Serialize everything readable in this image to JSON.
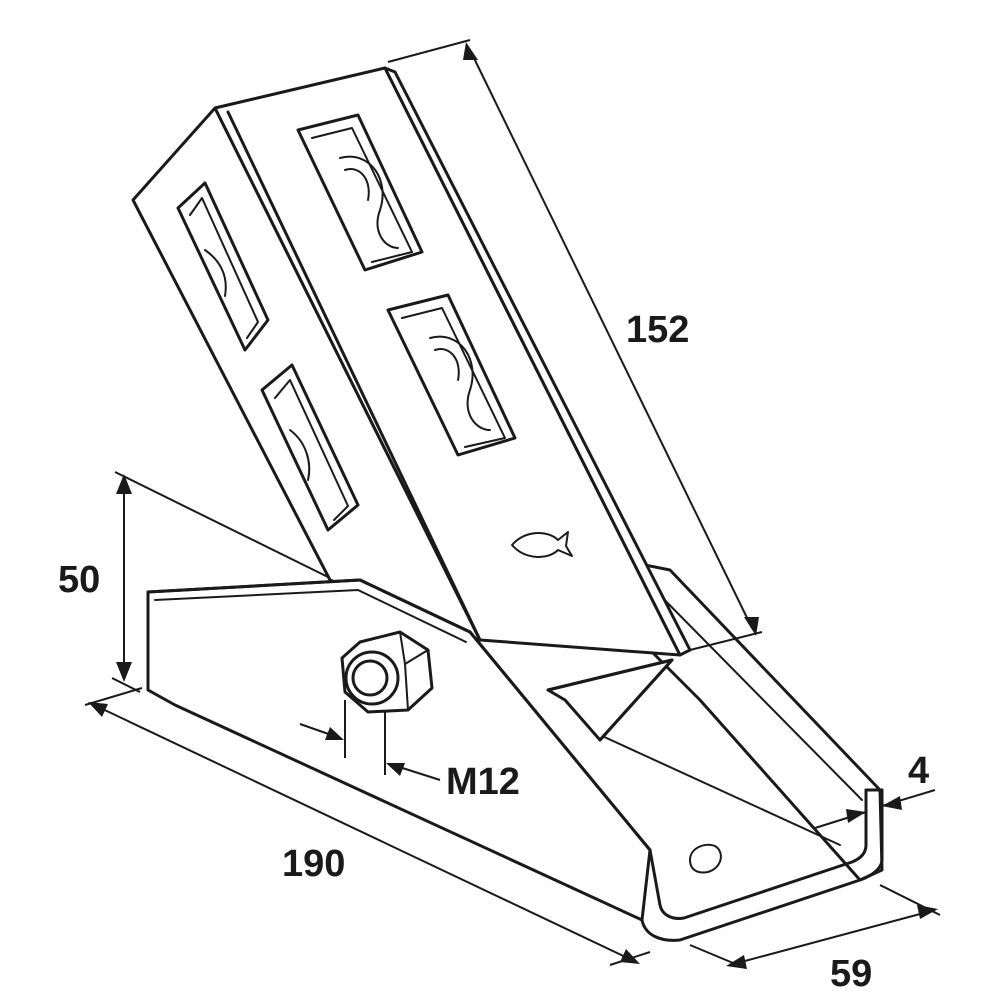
{
  "diagram": {
    "dimensions": {
      "length": "190",
      "height": "50",
      "arm_length": "152",
      "width": "59",
      "thickness": "4",
      "bolt": "M12"
    }
  },
  "colors": {
    "line": "#1a1a1a",
    "background": "#ffffff"
  },
  "icons": {
    "manufacturer_mark": "fish-icon"
  }
}
